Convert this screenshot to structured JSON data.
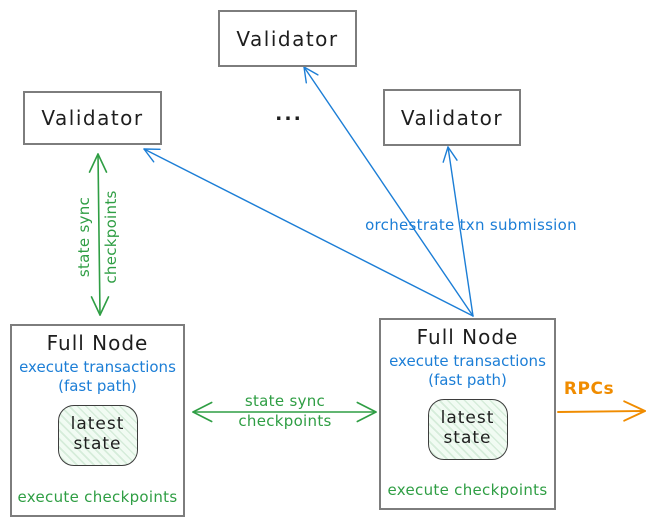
{
  "colors": {
    "green": "#2f9e44",
    "blue": "#1c7ed6",
    "orange": "#f08c00",
    "box_border": "#7d7d7d",
    "ink": "#1e1e1e"
  },
  "nodes": {
    "validator_top": {
      "label": "Validator"
    },
    "validator_left": {
      "label": "Validator"
    },
    "validator_right": {
      "label": "Validator"
    },
    "ellipsis": "...",
    "full_node_left": {
      "title": "Full Node",
      "exec_txn": "execute transactions",
      "fast_path": "(fast path)",
      "state_line1": "latest",
      "state_line2": "state",
      "exec_checkpoints": "execute checkpoints"
    },
    "full_node_right": {
      "title": "Full Node",
      "exec_txn": "execute transactions",
      "fast_path": "(fast path)",
      "state_line1": "latest",
      "state_line2": "state",
      "exec_checkpoints": "execute checkpoints"
    }
  },
  "edges": {
    "left_state_sync": {
      "line1": "state sync",
      "line2": "checkpoints"
    },
    "middle_state_sync": {
      "line1": "state sync",
      "line2": "checkpoints"
    },
    "orchestrate": {
      "label": "orchestrate txn submission"
    },
    "rpcs": {
      "label": "RPCs"
    }
  }
}
